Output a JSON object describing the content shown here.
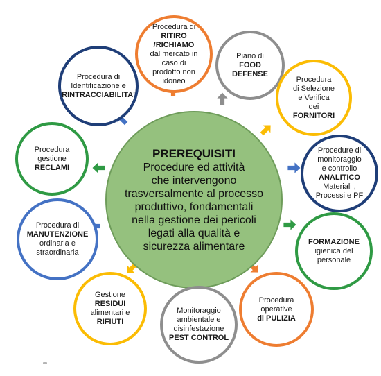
{
  "center": {
    "title": "PREREQUISITI",
    "lines": [
      "Procedure ed attività",
      "che intervengono",
      "trasversalmente al processo",
      "produttivo, fondamentali",
      "nella gestione dei pericoli",
      "legati alla qualità e",
      "sicurezza alimentare"
    ]
  },
  "colors": {
    "center_fill": "#95c17e",
    "navy": "#1f3e78",
    "orange": "#ee7d31",
    "gray": "#8e8e8e",
    "yellow": "#fbbc04",
    "blue": "#4472c4",
    "green": "#2f9a44"
  },
  "nodes": [
    {
      "id": "ritiro",
      "lines": [
        {
          "t": "Procedura di",
          "b": false
        },
        {
          "t": "RITIRO",
          "b": true
        },
        {
          "t": "/RICHIAMO",
          "b": true
        },
        {
          "t": "dal mercato in",
          "b": false
        },
        {
          "t": "caso di",
          "b": false
        },
        {
          "t": "prodotto non",
          "b": false
        },
        {
          "t": "idoneo",
          "b": false
        }
      ]
    },
    {
      "id": "food-defense",
      "lines": [
        {
          "t": "Piano di",
          "b": false
        },
        {
          "t": "FOOD",
          "b": true
        },
        {
          "t": "DEFENSE",
          "b": true
        }
      ]
    },
    {
      "id": "fornitori",
      "lines": [
        {
          "t": "Procedura",
          "b": false
        },
        {
          "t": "di Selezione",
          "b": false
        },
        {
          "t": "e Verifica",
          "b": false
        },
        {
          "t": "dei",
          "b": false
        },
        {
          "t": "FORNITORI",
          "b": true
        }
      ]
    },
    {
      "id": "monitoraggio",
      "lines": [
        {
          "t": "Procedure di",
          "b": false
        },
        {
          "t": "monitoraggio",
          "b": false
        },
        {
          "t": "e controllo",
          "b": false
        },
        {
          "t": "ANALITICO",
          "b": true
        },
        {
          "t": "Materiali ,",
          "b": false
        },
        {
          "t": "Processi e PF",
          "b": false
        }
      ]
    },
    {
      "id": "formazione",
      "lines": [
        {
          "t": "FORMAZIONE",
          "b": true
        },
        {
          "t": "igienica del",
          "b": false
        },
        {
          "t": "personale",
          "b": false
        }
      ]
    },
    {
      "id": "pulizia",
      "lines": [
        {
          "t": "Procedura",
          "b": false
        },
        {
          "t": "operative",
          "b": false
        },
        {
          "t": "di PULIZIA",
          "b": true
        }
      ]
    },
    {
      "id": "pest-control",
      "lines": [
        {
          "t": "Monitoraggio",
          "b": false
        },
        {
          "t": "ambientale e",
          "b": false
        },
        {
          "t": "disinfestazione",
          "b": false
        },
        {
          "t": "PEST CONTROL",
          "b": true
        }
      ]
    },
    {
      "id": "rifiuti",
      "lines": [
        {
          "t": "Gestione",
          "b": false
        },
        {
          "t": "RESIDUI",
          "b": true
        },
        {
          "t": "alimentari e",
          "b": false
        },
        {
          "t": "RIFIUTI",
          "b": true
        }
      ]
    },
    {
      "id": "manutenzione",
      "lines": [
        {
          "t": "Procedura di",
          "b": false
        },
        {
          "t": "MANUTENZIONE",
          "b": true
        },
        {
          "t": "ordinaria e",
          "b": false
        },
        {
          "t": "straordinaria",
          "b": false
        }
      ]
    },
    {
      "id": "reclami",
      "lines": [
        {
          "t": "Procedura",
          "b": false
        },
        {
          "t": "gestione",
          "b": false
        },
        {
          "t": "RECLAMI",
          "b": true
        }
      ]
    },
    {
      "id": "rintracciabilita",
      "lines": [
        {
          "t": "Procedura di",
          "b": false
        },
        {
          "t": "Identificazione e",
          "b": false
        },
        {
          "t": "RINTRACCIABILITA'",
          "b": true
        }
      ]
    }
  ]
}
